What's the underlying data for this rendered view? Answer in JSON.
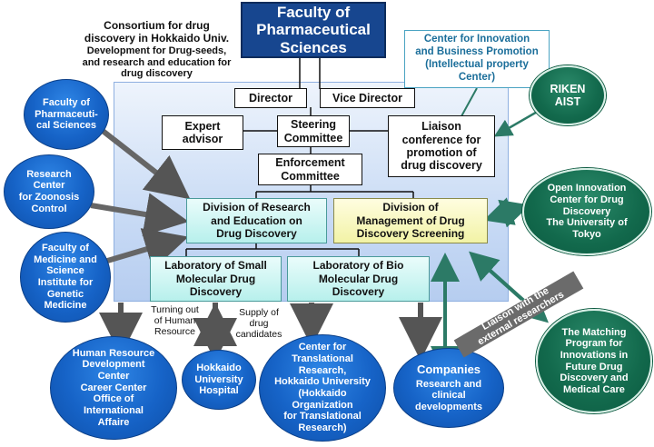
{
  "header": {
    "faculty": "Faculty of\nPharmaceutical\nSciences",
    "consortium": "Consortium for drug\ndiscovery in Hokkaido Univ.",
    "consortium_sub": "Development for Drug-seeds,\nand research and education for\ndrug discovery"
  },
  "center_innovation": "Center for Innovation\nand Business Promotion\n(Intellectual property\nCenter)",
  "riken": "RIKEN\nAIST",
  "org": {
    "director": "Director",
    "vice_director": "Vice Director",
    "expert_advisor": "Expert\nadvisor",
    "steering": "Steering\nCommittee",
    "liaison_conf": "Liaison\nconference for\npromotion of\ndrug discovery",
    "enforcement": "Enforcement\nCommittee",
    "division_research": "Division of Research\nand Education on\nDrug Discovery",
    "division_management": "Division of\nManagement of Drug\nDiscovery Screening",
    "lab_small": "Laboratory of Small\nMolecular Drug\nDiscovery",
    "lab_bio": "Laboratory of Bio\nMolecular Drug\nDiscovery"
  },
  "left_ovals": {
    "faculty_pharm": "Faculty of\nPharmaceuti-\ncal Sciences",
    "zoonosis": "Research\nCenter\nfor Zoonosis\nControl",
    "medicine": "Faculty of\nMedicine and\nScience\nInstitute for\nGenetic\nMedicine"
  },
  "right_ovals": {
    "open_innovation": "Open Innovation\nCenter for Drug\nDiscovery\nThe University of\nTokyo",
    "matching": "The Matching\nProgram for\nInnovations in\nFuture Drug\nDiscovery and\nMedical Care"
  },
  "bottom": {
    "human_resource": "Human Resource\nDevelopment\nCenter\nCareer Center\nOffice of\nInternational\nAffaire",
    "hospital": "Hokkaido\nUniversity\nHospital",
    "translational": "Center for\nTranslational\nResearch,\nHokkaido University\n(Hokkaido\nOrganization\nfor Translational\nResearch)",
    "companies_title": "Companies",
    "companies_sub": "Research and\nclinical\ndevelopments"
  },
  "labels": {
    "turning_out": "Turning out\nof  Human\nResource",
    "supply": "Supply of\ndrug\ncandidates",
    "liaison_band": "Liaison with the\nexternal researchers"
  }
}
